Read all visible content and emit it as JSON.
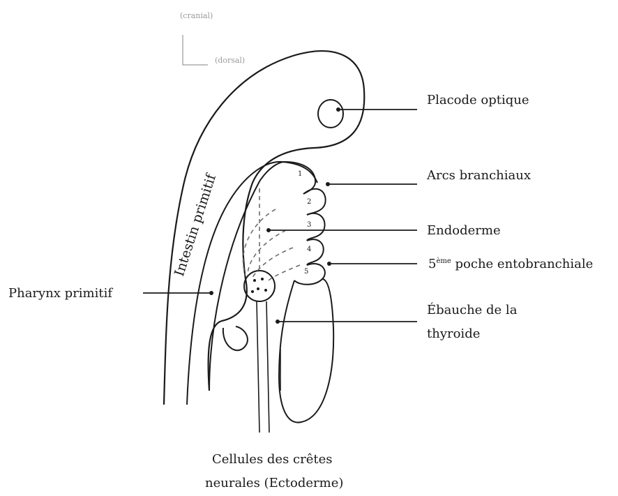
{
  "axis": {
    "top": "(cranial)",
    "right": "(dorsal)"
  },
  "labels": {
    "placode": "Placode optique",
    "arcs": "Arcs branchiaux",
    "endoderme": "Endoderme",
    "poche_num": "5",
    "poche_sup": "ème",
    "poche_rest": " poche entobranchiale",
    "ebauche_1": "Ébauche de la",
    "ebauche_2": "thyroide",
    "pharynx": "Pharynx primitif",
    "intestin": "Intestin primitif",
    "cellules_1": "Cellules des crêtes",
    "cellules_2": "neurales (Ectoderme)"
  },
  "arch_numbers": [
    "1",
    "2",
    "3",
    "4",
    "5"
  ],
  "colors": {
    "line": "#1a1a1a",
    "dashed": "#6e6e6e"
  }
}
